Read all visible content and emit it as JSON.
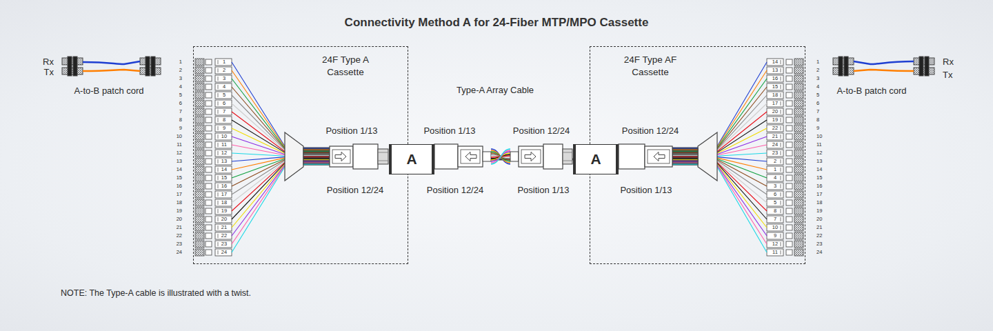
{
  "diagram": {
    "title": "Connectivity Method A for 24-Fiber MTP/MPO Cassette",
    "nodes": [
      {
        "text": [
          "24F Type A Cassette"
        ]
      },
      {
        "text": [
          "A"
        ],
        "in": 0
      },
      {
        "text": [
          "24F Type AF Cassette"
        ]
      },
      {
        "text": [
          "A"
        ],
        "in": 2
      }
    ],
    "edges": [
      {
        "from": 1,
        "to": 3,
        "arrow": "none"
      }
    ],
    "labels": [
      "Rx",
      "Tx",
      "A-to-B patch cord",
      "1",
      "2",
      "3",
      "4",
      "5",
      "6",
      "7",
      "8",
      "9",
      "10",
      "11",
      "12",
      "13",
      "14",
      "15",
      "16",
      "17",
      "18",
      "19",
      "20",
      "21",
      "22",
      "23",
      "24",
      "1",
      "2",
      "3",
      "4",
      "5",
      "6",
      "7",
      "8",
      "9",
      "10",
      "11",
      "12",
      "13",
      "14",
      "15",
      "16",
      "17",
      "18",
      "19",
      "20",
      "21",
      "22",
      "23",
      "24",
      "Type-A Array Cable",
      "Position 1/13",
      "Position 12/24",
      "Position 1/13",
      "Position 12/24",
      "Position 12/24",
      "Position 1/13",
      "Position 12/24",
      "Position 1/13",
      "14",
      "13",
      "16",
      "15",
      "18",
      "17",
      "20",
      "19",
      "22",
      "21",
      "24",
      "23",
      "2",
      "1",
      "4",
      "3",
      "6",
      "5",
      "8",
      "7",
      "10",
      "9",
      "12",
      "11",
      "1",
      "2",
      "3",
      "4",
      "5",
      "6",
      "7",
      "8",
      "9",
      "10",
      "11",
      "12",
      "13",
      "14",
      "15",
      "16",
      "17",
      "18",
      "19",
      "20",
      "21",
      "22",
      "23",
      "24",
      "Rx",
      "Tx",
      "A-to-B patch cord",
      "NOTE: The Type-A cable is illustrated with a twist."
    ]
  }
}
